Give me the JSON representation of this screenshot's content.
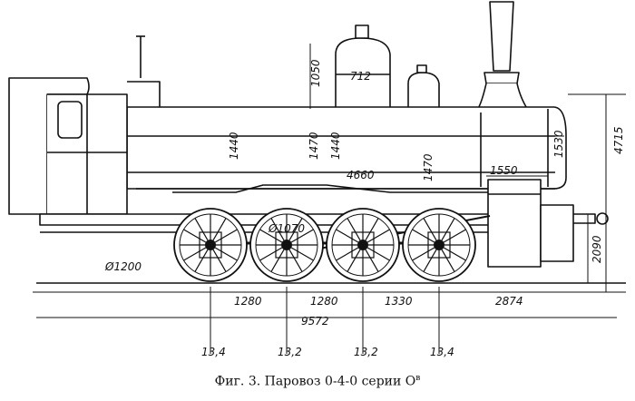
{
  "caption": "Фиг. 3. Паровоз 0-4-0 серии О",
  "caption_sup": "в",
  "dimensions": {
    "dome_height": "1050",
    "dome_width": "712",
    "boiler_height_1": "1440",
    "boiler_height_2": "1470",
    "boiler_height_3": "1440",
    "boiler_height_4": "1470",
    "boiler_length": "4660",
    "front_length": "1550",
    "smokebox_height": "1530",
    "total_height": "4715",
    "buffer_height": "2090",
    "wheel_diameter": "Ø1070",
    "wheel_diameter_rear": "Ø1200",
    "wheelbase_1": "1280",
    "wheelbase_2": "1280",
    "wheelbase_3": "1330",
    "front_overhang": "2874",
    "total_length": "9572"
  },
  "axle_loads": [
    "13,4",
    "13,2",
    "13,2",
    "13,4"
  ]
}
